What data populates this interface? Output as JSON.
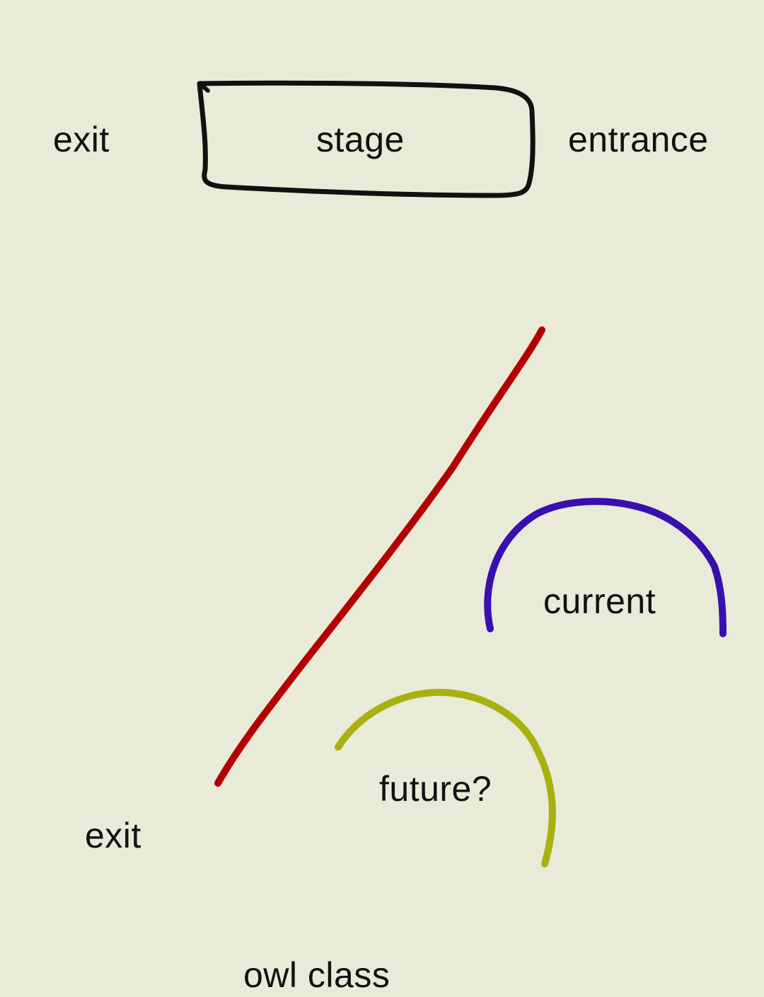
{
  "canvas": {
    "background_color": "#eaead8"
  },
  "labels": {
    "exit_top": "exit",
    "stage": "stage",
    "entrance": "entrance",
    "current": "current",
    "future": "future?",
    "exit_bottom": "exit",
    "owl_class": "owl class"
  },
  "strokes": {
    "stage_box_color": "#111111",
    "divider_color": "#b30000",
    "current_arc_color": "#3a0fb0",
    "future_arc_color": "#a9b00f"
  }
}
